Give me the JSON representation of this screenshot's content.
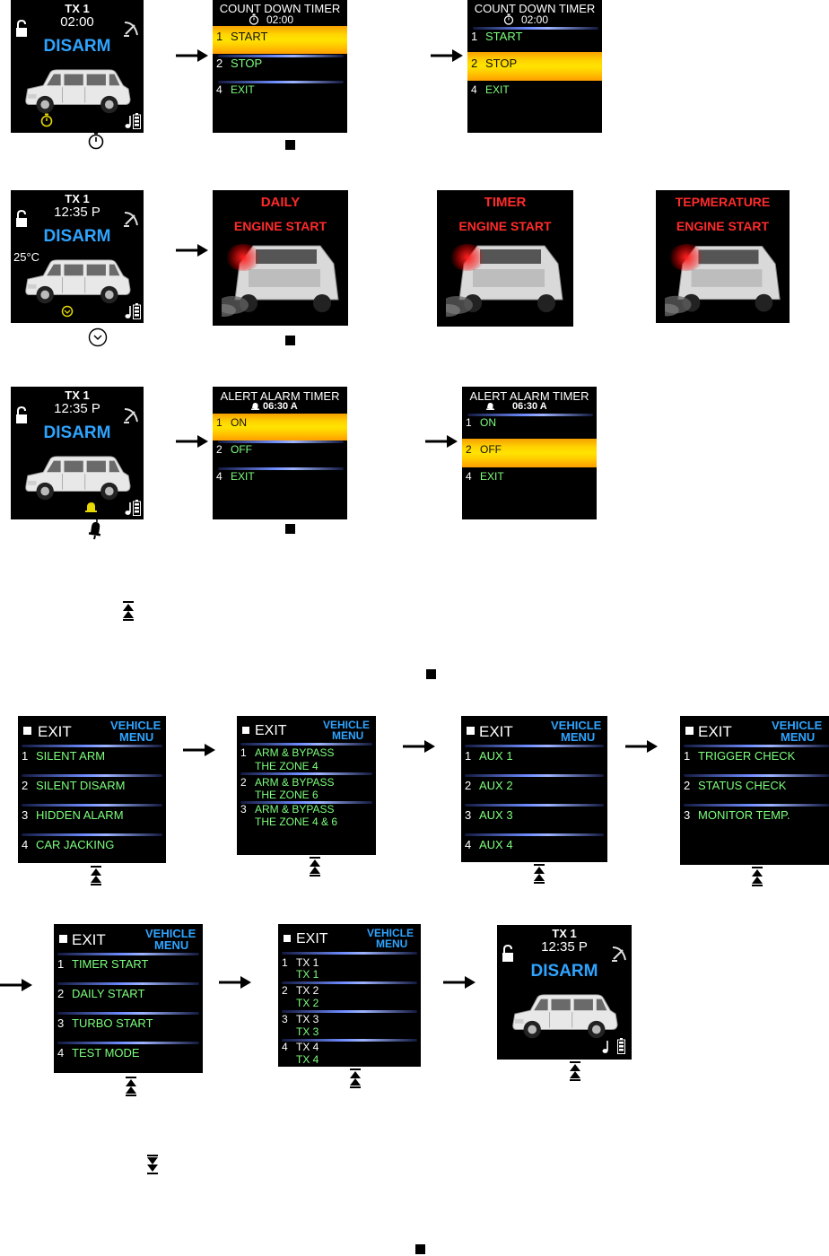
{
  "status": {
    "tx": "TX 1",
    "time_1": "02:00",
    "time_2": "12:35 P",
    "mode": "DISARM",
    "temperature": "25°C"
  },
  "countdown": {
    "title": "COUNT DOWN TIMER",
    "time": "02:00",
    "items": [
      {
        "num": "1",
        "label": "START"
      },
      {
        "num": "2",
        "label": "STOP"
      },
      {
        "num": "4",
        "label": "EXIT"
      }
    ]
  },
  "engine_start": {
    "daily": "DAILY",
    "timer": "TIMER",
    "temperature": "TEPMERATURE",
    "caption": "ENGINE START"
  },
  "alert": {
    "title": "ALERT ALARM TIMER",
    "time": "06:30 A",
    "items": [
      {
        "num": "1",
        "label": "ON"
      },
      {
        "num": "2",
        "label": "OFF"
      },
      {
        "num": "4",
        "label": "EXIT"
      }
    ]
  },
  "vehicle_menu": {
    "exit": "EXIT",
    "title_1": "VEHICLE",
    "title_2": "MENU",
    "m1": [
      {
        "num": "1",
        "label": "SILENT ARM"
      },
      {
        "num": "2",
        "label": "SILENT DISARM"
      },
      {
        "num": "3",
        "label": "HIDDEN ALARM"
      },
      {
        "num": "4",
        "label": "CAR JACKING"
      }
    ],
    "m2": [
      {
        "num": "1",
        "l1": "ARM & BYPASS",
        "l2": "THE ZONE 4"
      },
      {
        "num": "2",
        "l1": "ARM & BYPASS",
        "l2": "THE ZONE 6"
      },
      {
        "num": "3",
        "l1": "ARM & BYPASS",
        "l2": "THE ZONE 4 & 6"
      }
    ],
    "m3": [
      {
        "num": "1",
        "label": "AUX  1"
      },
      {
        "num": "2",
        "label": "AUX  2"
      },
      {
        "num": "3",
        "label": "AUX  3"
      },
      {
        "num": "4",
        "label": "AUX  4"
      }
    ],
    "m4": [
      {
        "num": "1",
        "label": "TRIGGER CHECK"
      },
      {
        "num": "2",
        "label": "STATUS  CHECK"
      },
      {
        "num": "3",
        "label": "MONITOR TEMP."
      }
    ],
    "m5": [
      {
        "num": "1",
        "label": "TIMER START"
      },
      {
        "num": "2",
        "label": "DAILY START"
      },
      {
        "num": "3",
        "label": "TURBO START"
      },
      {
        "num": "4",
        "label": "TEST MODE"
      }
    ],
    "m6": [
      {
        "num": "1",
        "l1": "TX 1",
        "l2": "TX 1"
      },
      {
        "num": "2",
        "l1": "TX 2",
        "l2": "TX 2"
      },
      {
        "num": "3",
        "l1": "TX 3",
        "l2": "TX 3"
      },
      {
        "num": "4",
        "l1": "TX 4",
        "l2": "TX 4"
      }
    ]
  },
  "icons": [
    "stopwatch-icon",
    "clock-icon",
    "bell-icon",
    "lock-icon",
    "antenna-icon",
    "music-note-icon",
    "battery-icon",
    "car-icon",
    "arrow-right-icon",
    "double-up-icon",
    "double-down-icon",
    "square-icon"
  ],
  "colors": {
    "highlight": "#ffd400",
    "menu_text": "#7dff7d",
    "disarm": "#2fa4ff",
    "engine_text": "#ff2a2a",
    "status_icon": "#e6d800"
  }
}
